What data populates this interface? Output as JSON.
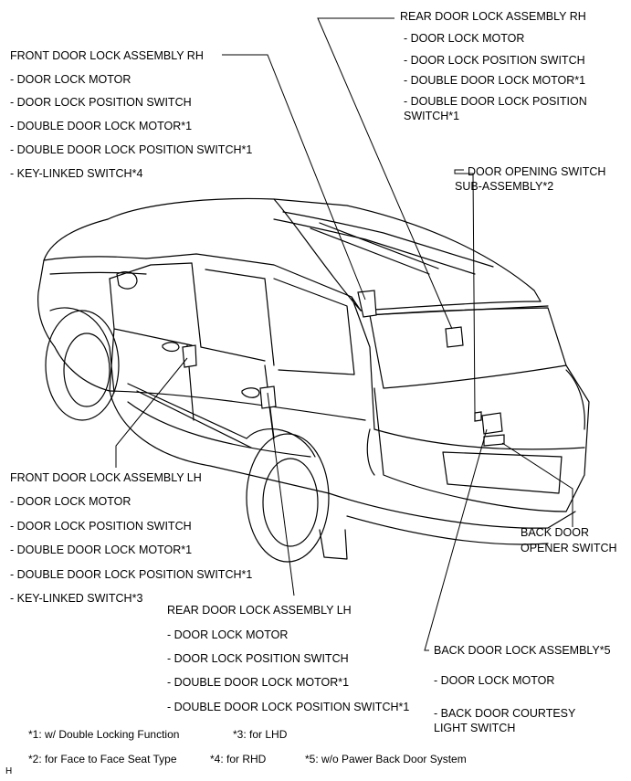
{
  "front_rh": {
    "title": "FRONT DOOR LOCK ASSEMBLY RH",
    "items": [
      "- DOOR LOCK MOTOR",
      "- DOOR LOCK POSITION SWITCH",
      "- DOUBLE DOOR LOCK MOTOR*1",
      "- DOUBLE DOOR LOCK POSITION SWITCH*1",
      "- KEY-LINKED SWITCH*4"
    ]
  },
  "rear_rh": {
    "title": "REAR DOOR LOCK ASSEMBLY RH",
    "items": [
      "- DOOR LOCK MOTOR",
      "- DOOR LOCK POSITION SWITCH",
      "- DOUBLE DOOR LOCK MOTOR*1",
      "- DOUBLE DOOR LOCK POSITION",
      "SWITCH*1"
    ]
  },
  "door_opening": {
    "line1": "DOOR OPENING SWITCH",
    "line2": "SUB-ASSEMBLY*2"
  },
  "front_lh": {
    "title": "FRONT DOOR LOCK ASSEMBLY LH",
    "items": [
      "- DOOR LOCK MOTOR",
      "- DOOR LOCK POSITION SWITCH",
      "- DOUBLE DOOR LOCK MOTOR*1",
      "- DOUBLE DOOR LOCK POSITION SWITCH*1",
      "- KEY-LINKED SWITCH*3"
    ]
  },
  "back_opener": {
    "line1": "BACK DOOR",
    "line2": "OPENER SWITCH"
  },
  "rear_lh": {
    "title": "REAR DOOR LOCK ASSEMBLY LH",
    "items": [
      "- DOOR LOCK MOTOR",
      "- DOOR LOCK POSITION SWITCH",
      "- DOUBLE DOOR LOCK MOTOR*1",
      "- DOUBLE DOOR LOCK POSITION SWITCH*1"
    ]
  },
  "back_lock": {
    "title": "BACK DOOR LOCK ASSEMBLY*5",
    "items": [
      "- DOOR LOCK MOTOR",
      "- BACK DOOR COURTESY",
      "LIGHT SWITCH"
    ]
  },
  "footnotes": {
    "n1": "*1: w/ Double Locking Function",
    "n3": "*3: for LHD",
    "n2": "*2: for Face to Face Seat Type",
    "n4": "*4: for RHD",
    "n5": "*5: w/o Pawer Back Door System"
  },
  "corner_mark": "H"
}
